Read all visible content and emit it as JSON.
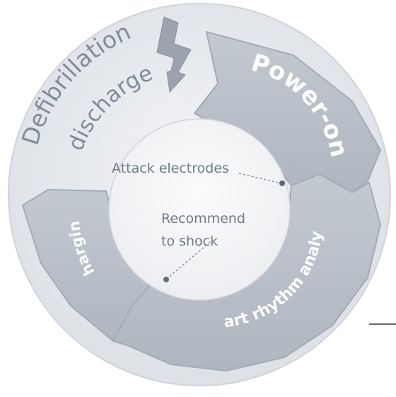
{
  "diagram": {
    "segments": {
      "power_on": "Power-on",
      "heart_rhythm_analysis": "Heart rhythm analysis",
      "charging": "Charging",
      "defibrillation_line1": "Defibrillation",
      "defibrillation_line2": "discharge"
    },
    "inner_labels": {
      "attach_electrodes": "Attack electrodes",
      "recommend_line1": "Recommend",
      "recommend_line2": "to shock"
    },
    "icons": {
      "discharge": "lightning-bolt-icon"
    },
    "colors": {
      "outer_disc": "#e6e9ed",
      "segment_fill": "#b9c0c9",
      "segment_edge": "#a3abb6",
      "inner_disc": "#f4f5f7",
      "bolt": "#9aa3ae",
      "text_dark": "#7f8c9c"
    }
  }
}
